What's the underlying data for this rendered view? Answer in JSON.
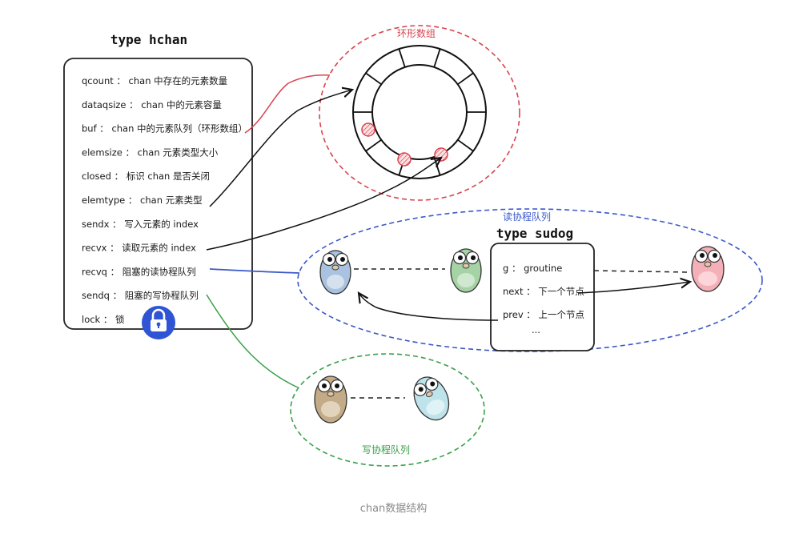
{
  "hchan": {
    "title": "type hchan",
    "fields": [
      "qcount ： chan 中存在的元素数量",
      "dataqsize ： chan 中的元素容量",
      "buf ： chan 中的元素队列（环形数组）",
      "elemsize ： chan 元素类型大小",
      "closed ： 标识 chan 是否关闭",
      "elemtype ： chan 元素类型",
      "sendx ： 写入元素的 index",
      "recvx ： 读取元素的 index",
      "recvq ： 阻塞的读协程队列",
      "sendq ： 阻塞的写协程队列",
      "lock ： 锁"
    ]
  },
  "ring": {
    "label": "环形数组"
  },
  "read_queue": {
    "label": "读协程队列"
  },
  "write_queue": {
    "label": "写协程队列"
  },
  "sudog": {
    "title": "type sudog",
    "fields": [
      "g ： groutine",
      "next ： 下一个节点",
      "prev ： 上一个节点",
      "..."
    ]
  },
  "caption": "chan数据结构",
  "colors": {
    "ring": "#d9434f",
    "read": "#3a58c8",
    "write": "#3aa04a",
    "lock": "#2f55d4",
    "gopher_blue": "#a9c2df",
    "gopher_green": "#a6d3a6",
    "gopher_pink": "#f4b0b8",
    "gopher_brown": "#c4ab88",
    "gopher_cyan": "#bfe3ea"
  }
}
